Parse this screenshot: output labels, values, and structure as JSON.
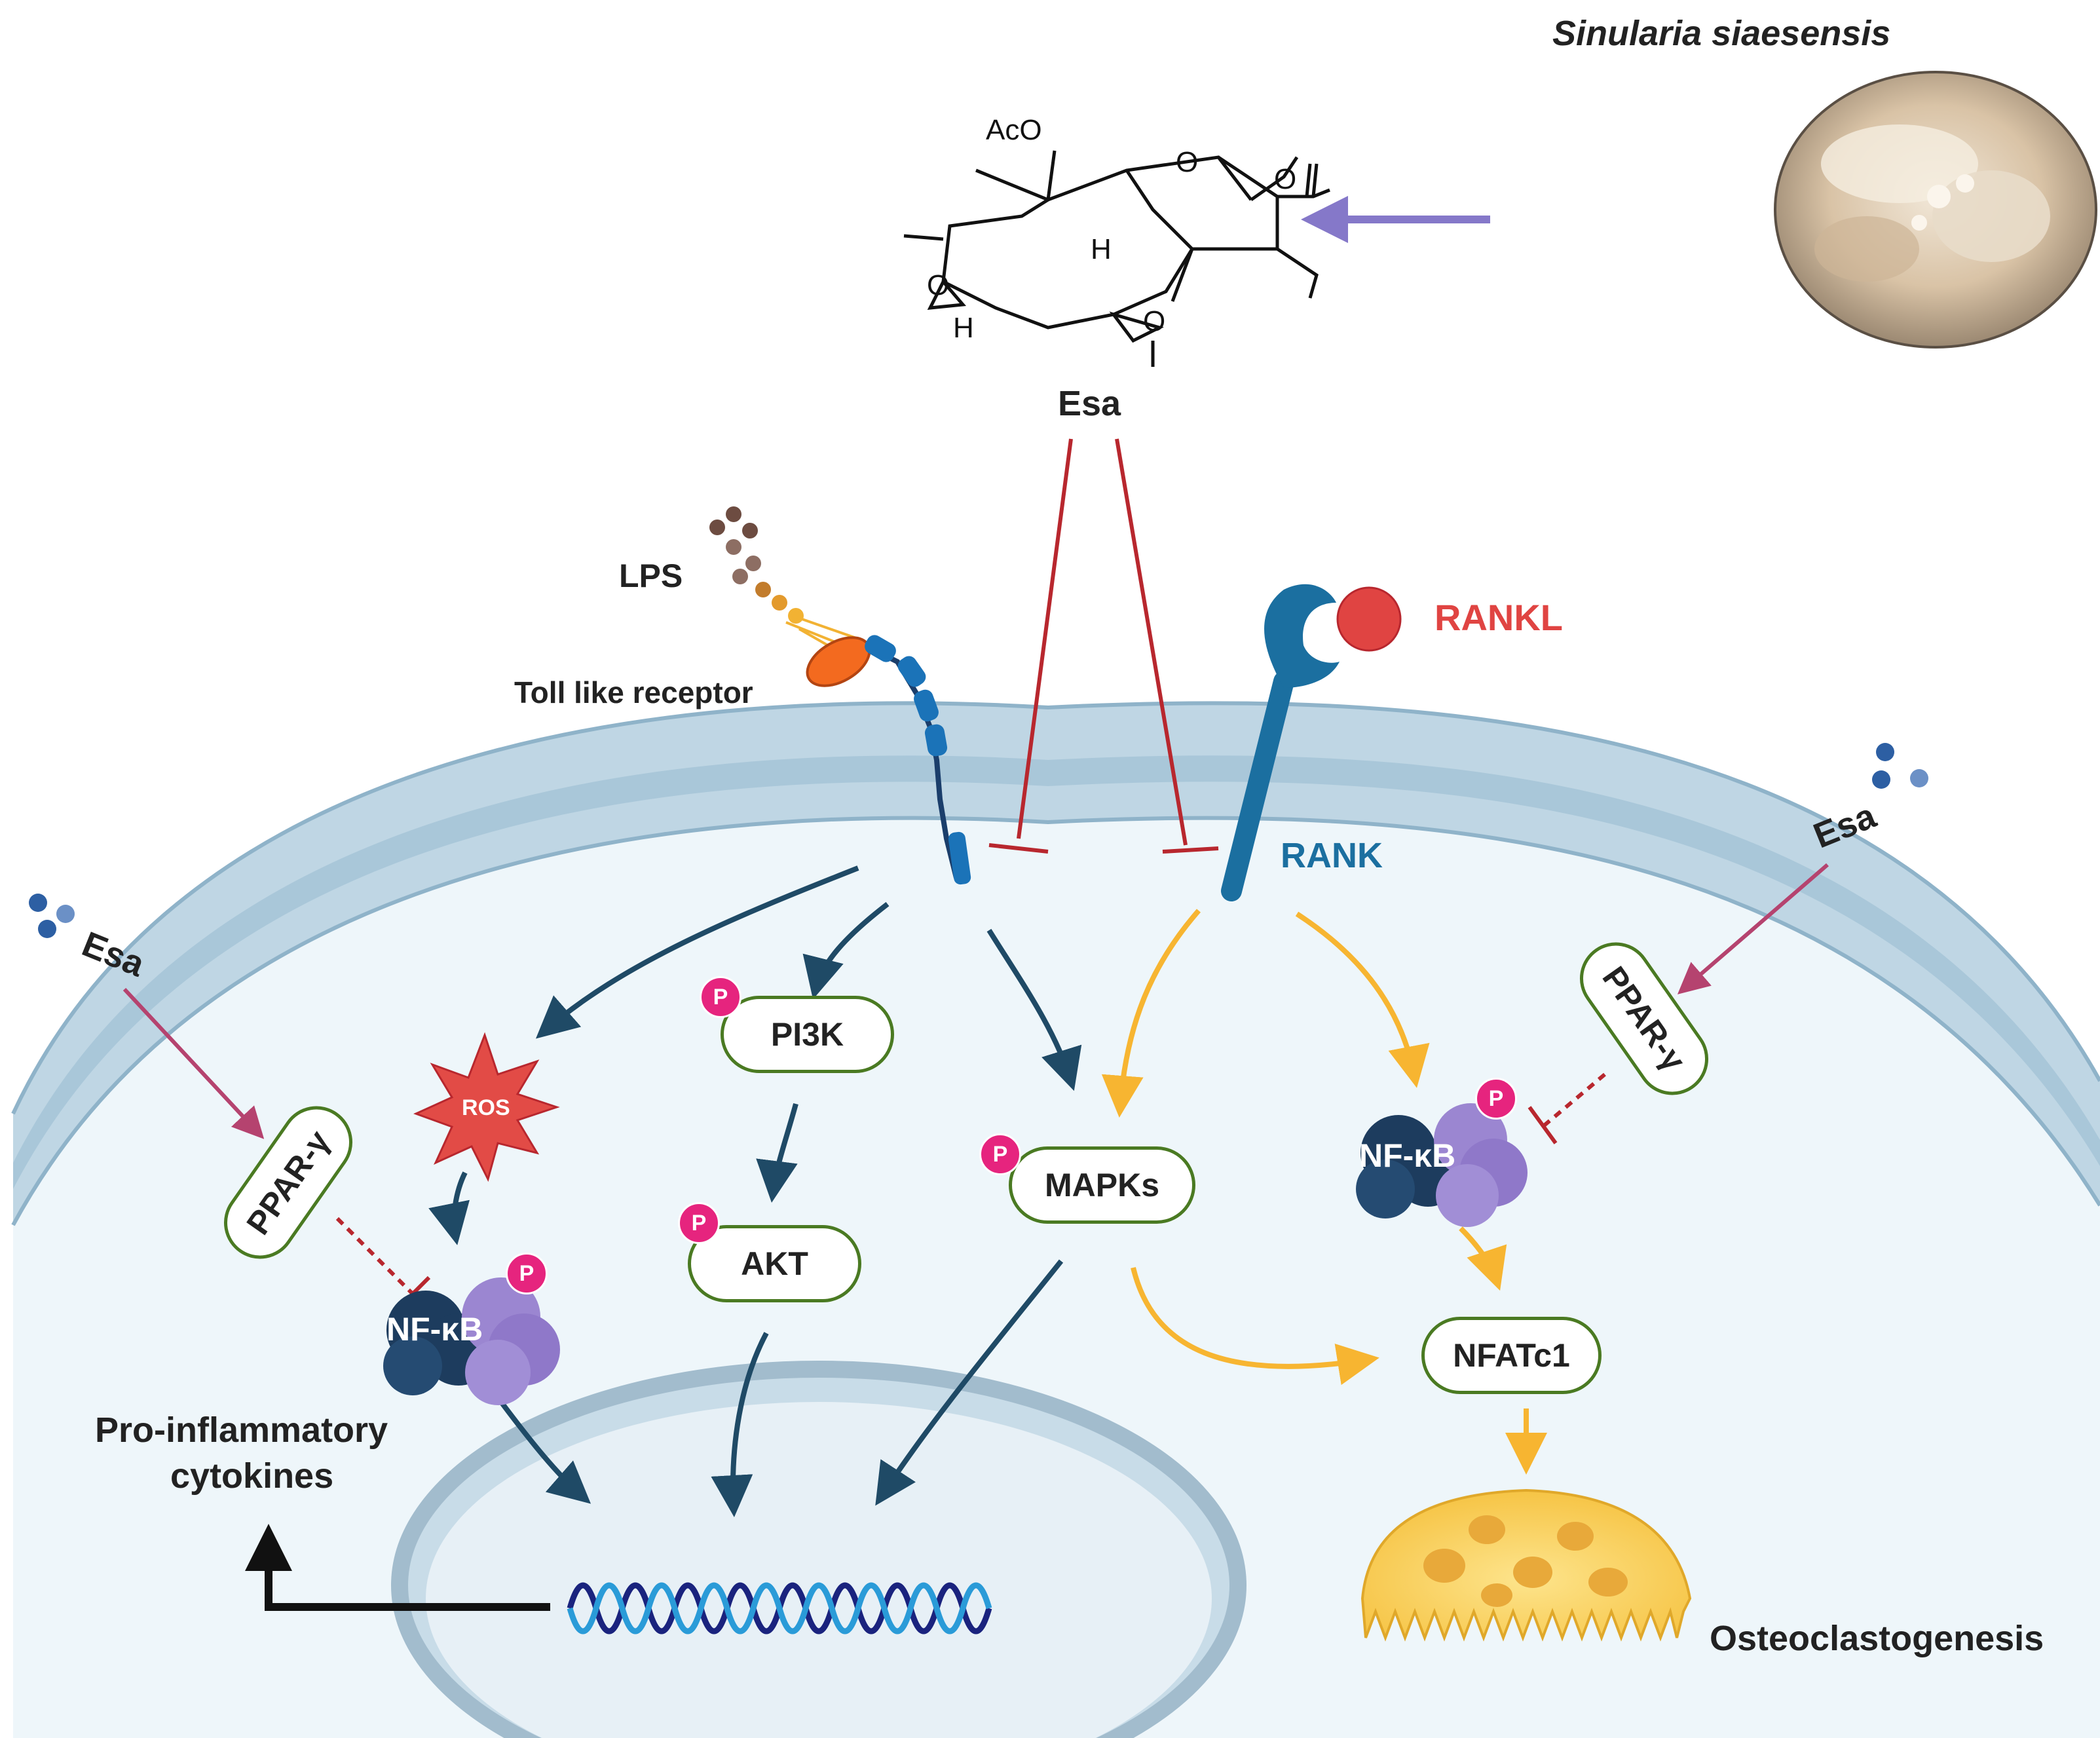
{
  "source_organism": "Sinularia siaesensis",
  "compound": {
    "name": "Esa",
    "structure_labels": {
      "acetoxy": "AcO",
      "oxygen": "O",
      "hydrogen": "H"
    }
  },
  "ligands": {
    "lps": "LPS",
    "tlr": "Toll like receptor",
    "rankl": "RANKL",
    "rank": "RANK"
  },
  "esa_labels": {
    "left": "Esa",
    "right": "Esa"
  },
  "nodes": {
    "ppar_left": "PPAR-γ",
    "ppar_right": "PPAR-γ",
    "ros": "ROS",
    "pi3k": "PI3K",
    "akt": "AKT",
    "mapks": "MAPKs",
    "nfkb_left": "NF-κB",
    "nfkb_right": "NF-κB",
    "nfatc1": "NFATc1",
    "phospho": "P"
  },
  "outcomes": {
    "cytokines_line1": "Pro-inflammatory",
    "cytokines_line2": "cytokines",
    "osteo": "Osteoclastogenesis"
  },
  "colors": {
    "tlr_arrow": "#1f4a66",
    "rank_arrow": "#f7b531",
    "inhibit_red": "#b8272e",
    "esa_arrow": "#b5436f",
    "source_arrow": "#8578c9",
    "membrane": "#bfd6e4",
    "cytoplasm": "#eef6fa",
    "rank_blue": "#1b6fa0",
    "rankl_red": "#e04442",
    "node_border": "#4a7a22",
    "phospho": "#e6247e"
  }
}
